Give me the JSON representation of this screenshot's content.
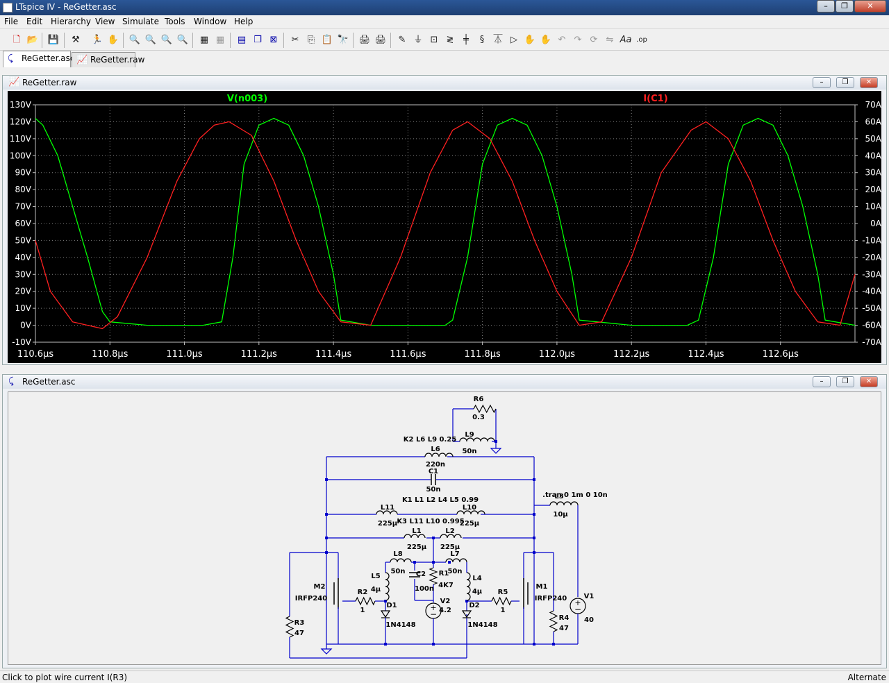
{
  "window": {
    "title": "LTspice IV - ReGetter.asc"
  },
  "menu": [
    {
      "label": "File"
    },
    {
      "label": "Edit"
    },
    {
      "label": "Hierarchy"
    },
    {
      "label": "View"
    },
    {
      "label": "Simulate"
    },
    {
      "label": "Tools"
    },
    {
      "label": "Window"
    },
    {
      "label": "Help"
    }
  ],
  "tabs": [
    {
      "label": "ReGetter.asc",
      "active": true
    },
    {
      "label": "ReGetter.raw",
      "active": false
    }
  ],
  "waveform_window": {
    "title": "ReGetter.raw"
  },
  "schematic_window": {
    "title": "ReGetter.asc"
  },
  "chart_data": {
    "type": "line",
    "x_ticks": [
      "110.6µs",
      "110.8µs",
      "111.0µs",
      "111.2µs",
      "111.4µs",
      "111.6µs",
      "111.8µs",
      "112.0µs",
      "112.2µs",
      "112.4µs",
      "112.6µs"
    ],
    "y_left_ticks": [
      "130V",
      "120V",
      "110V",
      "100V",
      "90V",
      "80V",
      "70V",
      "60V",
      "50V",
      "40V",
      "30V",
      "20V",
      "10V",
      "0V",
      "-10V"
    ],
    "y_right_ticks": [
      "70A",
      "60A",
      "50A",
      "40A",
      "30A",
      "20A",
      "10A",
      "0A",
      "-10A",
      "-20A",
      "-30A",
      "-40A",
      "-50A",
      "-60A",
      "-70A"
    ],
    "xlim": [
      110.6,
      112.8
    ],
    "ylim_left": [
      -10,
      130
    ],
    "ylim_right": [
      -70,
      70
    ],
    "grid": true,
    "series": [
      {
        "name": "V(n003)",
        "axis": "left",
        "color": "#00ff00",
        "x": [
          110.6,
          110.62,
          110.66,
          110.7,
          110.74,
          110.78,
          110.8,
          110.9,
          111.05,
          111.1,
          111.13,
          111.16,
          111.2,
          111.24,
          111.28,
          111.32,
          111.36,
          111.4,
          111.42,
          111.5,
          111.7,
          111.72,
          111.76,
          111.8,
          111.84,
          111.88,
          111.92,
          111.96,
          112.0,
          112.04,
          112.06,
          112.2,
          112.35,
          112.38,
          112.42,
          112.46,
          112.5,
          112.54,
          112.58,
          112.62,
          112.66,
          112.7,
          112.72,
          112.8
        ],
        "y": [
          122,
          118,
          100,
          70,
          40,
          8,
          2,
          0,
          0,
          2,
          40,
          95,
          118,
          122,
          118,
          100,
          70,
          30,
          3,
          0,
          0,
          3,
          40,
          95,
          118,
          122,
          118,
          100,
          70,
          30,
          3,
          0,
          0,
          3,
          40,
          95,
          118,
          122,
          118,
          100,
          70,
          30,
          3,
          0
        ]
      },
      {
        "name": "I(C1)",
        "axis": "right",
        "color": "#ff2020",
        "x": [
          110.6,
          110.64,
          110.7,
          110.74,
          110.78,
          110.82,
          110.9,
          110.98,
          111.04,
          111.08,
          111.12,
          111.18,
          111.24,
          111.3,
          111.36,
          111.42,
          111.5,
          111.58,
          111.66,
          111.72,
          111.76,
          111.82,
          111.88,
          111.94,
          112.0,
          112.06,
          112.12,
          112.2,
          112.28,
          112.36,
          112.4,
          112.46,
          112.52,
          112.58,
          112.64,
          112.7,
          112.76,
          112.8
        ],
        "y": [
          -10,
          -40,
          -58,
          -60,
          -62,
          -55,
          -20,
          25,
          50,
          58,
          60,
          52,
          25,
          -10,
          -40,
          -58,
          -60,
          -20,
          30,
          55,
          60,
          50,
          25,
          -10,
          -40,
          -60,
          -58,
          -20,
          30,
          55,
          60,
          50,
          25,
          -10,
          -40,
          -58,
          -60,
          -30
        ]
      }
    ]
  },
  "schematic": {
    "labels": [
      {
        "t": "R6"
      },
      {
        "t": "0.3"
      },
      {
        "t": "K2 L6 L9 0.25"
      },
      {
        "t": "L9"
      },
      {
        "t": "50n"
      },
      {
        "t": "L6"
      },
      {
        "t": "220n"
      },
      {
        "t": "C1"
      },
      {
        "t": "50n"
      },
      {
        "t": "K1 L1 L2 L4 L5 0.99"
      },
      {
        "t": ".tran 0 1m 0 10n"
      },
      {
        "t": "L11"
      },
      {
        "t": "225µ"
      },
      {
        "t": "K3 L11 L10 0.995"
      },
      {
        "t": "L10"
      },
      {
        "t": "225µ"
      },
      {
        "t": "L3"
      },
      {
        "t": "10µ"
      },
      {
        "t": "L1"
      },
      {
        "t": "225µ"
      },
      {
        "t": "L2"
      },
      {
        "t": "225µ"
      },
      {
        "t": "L8"
      },
      {
        "t": "50n"
      },
      {
        "t": "L7"
      },
      {
        "t": "50n"
      },
      {
        "t": "L5"
      },
      {
        "t": "4µ"
      },
      {
        "t": "C2"
      },
      {
        "t": "100n"
      },
      {
        "t": "R1"
      },
      {
        "t": "4K7"
      },
      {
        "t": "L4"
      },
      {
        "t": "4µ"
      },
      {
        "t": "M2"
      },
      {
        "t": "IRFP240"
      },
      {
        "t": "R2"
      },
      {
        "t": "1"
      },
      {
        "t": "D1"
      },
      {
        "t": "1N4148"
      },
      {
        "t": "V2"
      },
      {
        "t": "4.2"
      },
      {
        "t": "D2"
      },
      {
        "t": "1N4148"
      },
      {
        "t": "R5"
      },
      {
        "t": "1"
      },
      {
        "t": "M1"
      },
      {
        "t": "IRFP240"
      },
      {
        "t": "V1"
      },
      {
        "t": "40"
      },
      {
        "t": "R4"
      },
      {
        "t": "47"
      },
      {
        "t": "R3"
      },
      {
        "t": "47"
      }
    ]
  },
  "status": {
    "left": "Click to plot wire current I(R3)",
    "right": "Alternate"
  }
}
